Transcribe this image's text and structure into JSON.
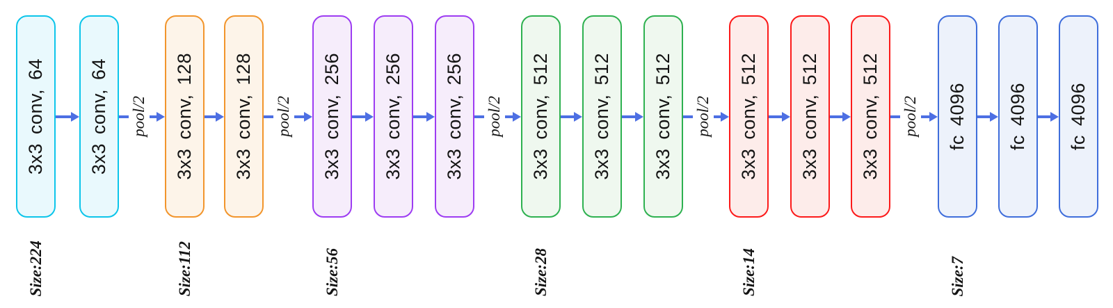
{
  "colors": {
    "arrow": "#4d6fe3",
    "text": "#141414",
    "conv64_border": "#0cc5ea",
    "conv64_fill": "#e9f9fd",
    "conv128_border": "#f2952c",
    "conv128_fill": "#fdf4e9",
    "conv256_border": "#9d3cf2",
    "conv256_fill": "#f6edfb",
    "conv512a_border": "#2eb150",
    "conv512a_fill": "#eff8ef",
    "conv512b_border": "#fc1a1a",
    "conv512b_fill": "#fdecea",
    "fc_border": "#3f6edb",
    "fc_fill": "#edf2fb"
  },
  "groups": [
    {
      "name": "conv64",
      "border_color": "#0cc5ea",
      "fill_color": "#e9f9fd",
      "blocks": [
        "3x3 conv, 64",
        "3x3 conv, 64"
      ]
    },
    {
      "name": "conv128",
      "border_color": "#f2952c",
      "fill_color": "#fdf4e9",
      "blocks": [
        "3x3 conv, 128",
        "3x3 conv, 128"
      ]
    },
    {
      "name": "conv256",
      "border_color": "#9d3cf2",
      "fill_color": "#f6edfb",
      "blocks": [
        "3x3 conv, 256",
        "3x3 conv, 256",
        "3x3 conv, 256"
      ]
    },
    {
      "name": "conv512a",
      "border_color": "#2eb150",
      "fill_color": "#eff8ef",
      "blocks": [
        "3x3 conv, 512",
        "3x3 conv, 512",
        "3x3 conv, 512"
      ]
    },
    {
      "name": "conv512b",
      "border_color": "#fc1a1a",
      "fill_color": "#fdecea",
      "blocks": [
        "3x3 conv, 512",
        "3x3 conv, 512",
        "3x3 conv, 512"
      ]
    },
    {
      "name": "fc",
      "border_color": "#3f6edb",
      "fill_color": "#edf2fb",
      "blocks": [
        "fc 4096",
        "fc 4096",
        "fc 4096"
      ]
    }
  ],
  "pool_labels": [
    "pool/2",
    "pool/2",
    "pool/2",
    "pool/2",
    "pool/2"
  ],
  "size_labels": [
    "Size:224",
    "Size:112",
    "Size:56",
    "Size:28",
    "Size:14",
    "Size:7"
  ]
}
